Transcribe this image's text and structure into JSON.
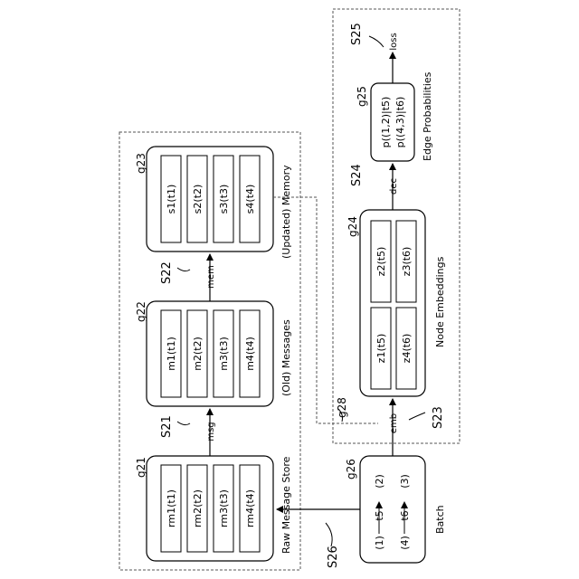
{
  "steps": {
    "s21": "S21",
    "s22": "S22",
    "s23": "S23",
    "s24": "S24",
    "s25": "S25",
    "s26": "S26"
  },
  "groups": {
    "g21": "g21",
    "g22": "g22",
    "g23": "g23",
    "g24": "g24",
    "g25": "g25",
    "g26": "g26",
    "g28": "g28"
  },
  "arrow_labels": {
    "msg": "msg",
    "mem": "mem",
    "emb": "emb",
    "dec": "dec",
    "loss": "loss"
  },
  "captions": {
    "raw_message_store": "Raw Message Store",
    "old_messages": "(Old) Messages",
    "updated_memory": "(Updated) Memory",
    "node_embeddings": "Node Embeddings",
    "edge_probabilities": "Edge Probabilities",
    "batch": "Batch"
  },
  "raw_messages": [
    "rm1(t1)",
    "rm2(t2)",
    "rm3(t3)",
    "rm4(t4)"
  ],
  "messages": [
    "m1(t1)",
    "m2(t2)",
    "m3(t3)",
    "m4(t4)"
  ],
  "memory": [
    "s1(t1)",
    "s2(t2)",
    "s3(t3)",
    "s4(t4)"
  ],
  "embeddings": [
    "z1(t5)",
    "z2(t5)",
    "z4(t6)",
    "z3(t6)"
  ],
  "edge_probs": [
    "p((1,2)|t5)",
    "p((4,3)|t6)"
  ],
  "batch_edges": [
    {
      "from": "(1)",
      "time": "t5",
      "to": "(2)"
    },
    {
      "from": "(4)",
      "time": "t6",
      "to": "(3)"
    }
  ]
}
